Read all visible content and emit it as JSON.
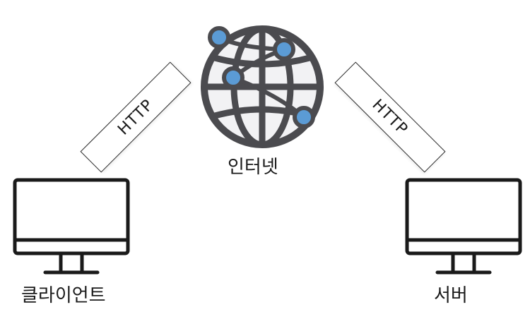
{
  "nodes": {
    "client": {
      "label": "클라이언트"
    },
    "internet": {
      "label": "인터넷"
    },
    "server": {
      "label": "서버"
    }
  },
  "links": {
    "client_internet": {
      "label": "HTTP"
    },
    "internet_server": {
      "label": "HTTP"
    }
  },
  "colors": {
    "stroke": "#2b2b2b",
    "globe_fill": "#4b4b4f",
    "globe_bg": "#f2f2f4",
    "node_dot": "#5b9bd5"
  },
  "icons": {
    "client": "desktop-monitor-icon",
    "internet": "globe-network-icon",
    "server": "desktop-monitor-icon"
  }
}
